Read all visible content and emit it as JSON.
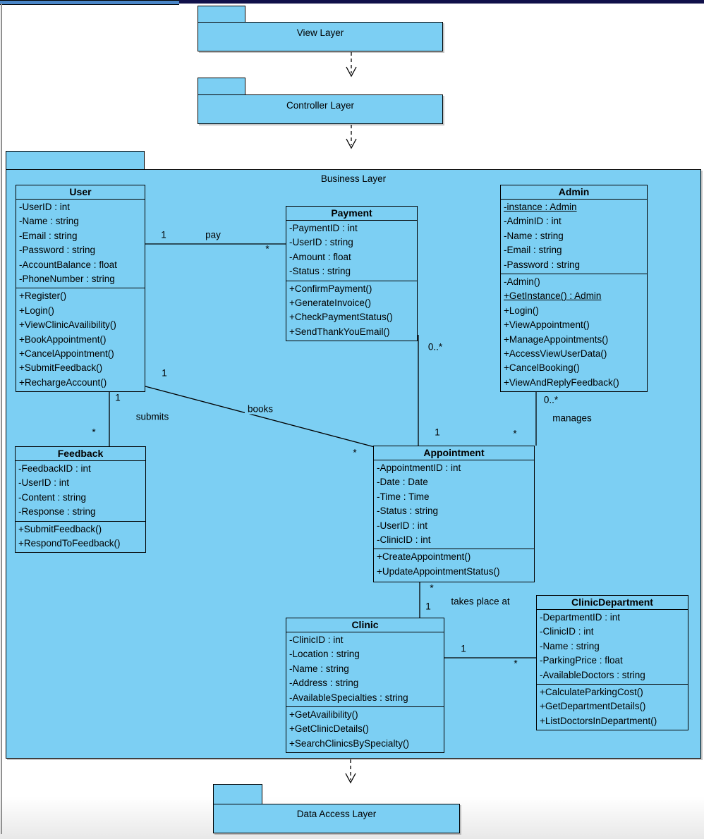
{
  "layers": {
    "view": "View Layer",
    "controller": "Controller Layer",
    "business": "Business Layer",
    "data_access": "Data Access Layer"
  },
  "classes": [
    {
      "name": "User",
      "attributes": [
        "-UserID : int",
        "-Name : string",
        "-Email : string",
        "-Password : string",
        "-AccountBalance : float",
        "-PhoneNumber : string"
      ],
      "methods": [
        "+Register()",
        "+Login()",
        "+ViewClinicAvailibility()",
        "+BookAppointment()",
        "+CancelAppointment()",
        "+SubmitFeedback()",
        "+RechargeAccount()"
      ]
    },
    {
      "name": "Payment",
      "attributes": [
        "-PaymentID : int",
        "-UserID : string",
        "-Amount : float",
        "-Status : string"
      ],
      "methods": [
        "+ConfirmPayment()",
        "+GenerateInvoice()",
        "+CheckPaymentStatus()",
        "+SendThankYouEmail()"
      ]
    },
    {
      "name": "Admin",
      "attributes": [
        {
          "text": "-instance : Admin",
          "underline": true
        },
        "-AdminID : int",
        "-Name : string",
        "-Email : string",
        "-Password : string"
      ],
      "methods": [
        "-Admin()",
        {
          "text": "+GetInstance() : Admin",
          "underline": true
        },
        "+Login()",
        "+ViewAppointment()",
        "+ManageAppointments()",
        "+AccessViewUserData()",
        "+CancelBooking()",
        "+ViewAndReplyFeedback()"
      ]
    },
    {
      "name": "Feedback",
      "attributes": [
        "-FeedbackID : int",
        "-UserID : int",
        "-Content : string",
        "-Response : string"
      ],
      "methods": [
        "+SubmitFeedback()",
        "+RespondToFeedback()"
      ]
    },
    {
      "name": "Appointment",
      "attributes": [
        "-AppointmentID : int",
        "-Date : Date",
        "-Time : Time",
        "-Status : string",
        "-UserID : int",
        "-ClinicID : int"
      ],
      "methods": [
        "+CreateAppointment()",
        "+UpdateAppointmentStatus()"
      ]
    },
    {
      "name": "Clinic",
      "attributes": [
        "-ClinicID : int",
        "-Location : string",
        "-Name : string",
        "-Address : string",
        "-AvailableSpecialties : string"
      ],
      "methods": [
        "+GetAvailibility()",
        "+GetClinicDetails()",
        "+SearchClinicsBySpecialty()"
      ]
    },
    {
      "name": "ClinicDepartment",
      "attributes": [
        "-DepartmentID : int",
        "-ClinicID : int",
        "-Name : string",
        "-ParkingPrice : float",
        "-AvailableDoctors : string"
      ],
      "methods": [
        "+CalculateParkingCost()",
        "+GetDepartmentDetails()",
        "+ListDoctorsInDepartment()"
      ]
    }
  ],
  "relationships": {
    "user_payment": {
      "name": "pay",
      "user_mult": "1",
      "payment_mult": "*"
    },
    "user_feedback": {
      "name": "submits",
      "user_mult": "1",
      "feedback_mult": "*"
    },
    "user_appointment": {
      "name": "books",
      "user_mult": "1",
      "appointment_mult": "*"
    },
    "payment_appointment": {
      "payment_mult": "0..*",
      "appointment_mult": "1"
    },
    "admin_appointment": {
      "name": "manages",
      "admin_mult": "0..*",
      "appointment_mult": "*"
    },
    "appointment_clinic": {
      "name": "takes place at",
      "appointment_mult": "*",
      "clinic_mult": "1"
    },
    "clinic_clinicdepartment": {
      "clinic_mult": "1",
      "department_mult": "*"
    }
  },
  "colors": {
    "shape_fill": "#7CCFF3",
    "shape_border": "#000000",
    "topbar_blue": "#4A86C8",
    "topbar_navy": "#10104A",
    "frame_gray": "#909090"
  }
}
